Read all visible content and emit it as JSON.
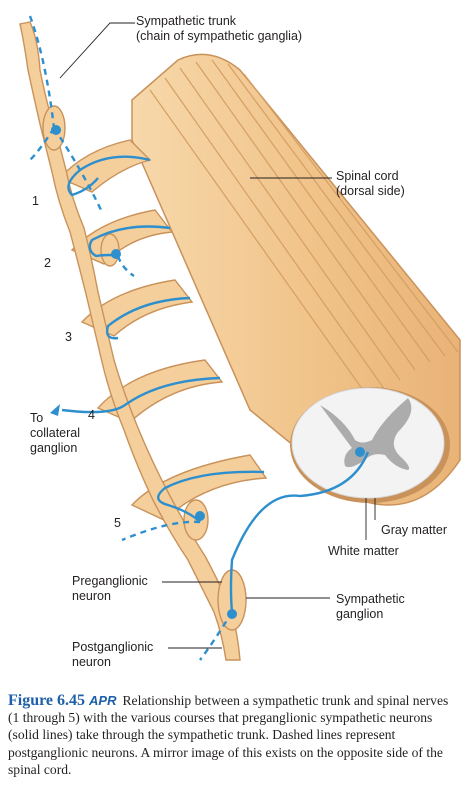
{
  "labels": {
    "sympathetic_trunk": [
      "Sympathetic trunk",
      "(chain of sympathetic ganglia)"
    ],
    "spinal_cord": [
      "Spinal cord",
      "(dorsal side)"
    ],
    "to_collateral": [
      "To",
      "collateral",
      "ganglion"
    ],
    "gray_matter": "Gray matter",
    "white_matter": "White matter",
    "preganglionic": [
      "Preganglionic",
      "neuron"
    ],
    "postganglionic": [
      "Postganglionic",
      "neuron"
    ],
    "sympathetic_ganglion": [
      "Sympathetic",
      "ganglion"
    ]
  },
  "nerve_numbers": [
    "1",
    "2",
    "3",
    "4",
    "5"
  ],
  "caption": {
    "figure": "Figure 6.45",
    "badge": "APR",
    "text": "Relationship between a sympathetic trunk and spinal nerves (1 through 5) with the various courses that preganglionic sympathetic neurons (solid lines) take through the sympathetic trunk. Dashed lines represent postganglionic neurons. A mirror image of this exists on the opposite side of the spinal cord."
  },
  "colors": {
    "nerve_fill": "#f4cf9c",
    "nerve_stroke": "#c9925a",
    "neuron_blue": "#2e8fce",
    "gray_matter": "#9a9a9a",
    "white_matter": "#f3f3f3",
    "caption_blue": "#1d5fa8"
  }
}
